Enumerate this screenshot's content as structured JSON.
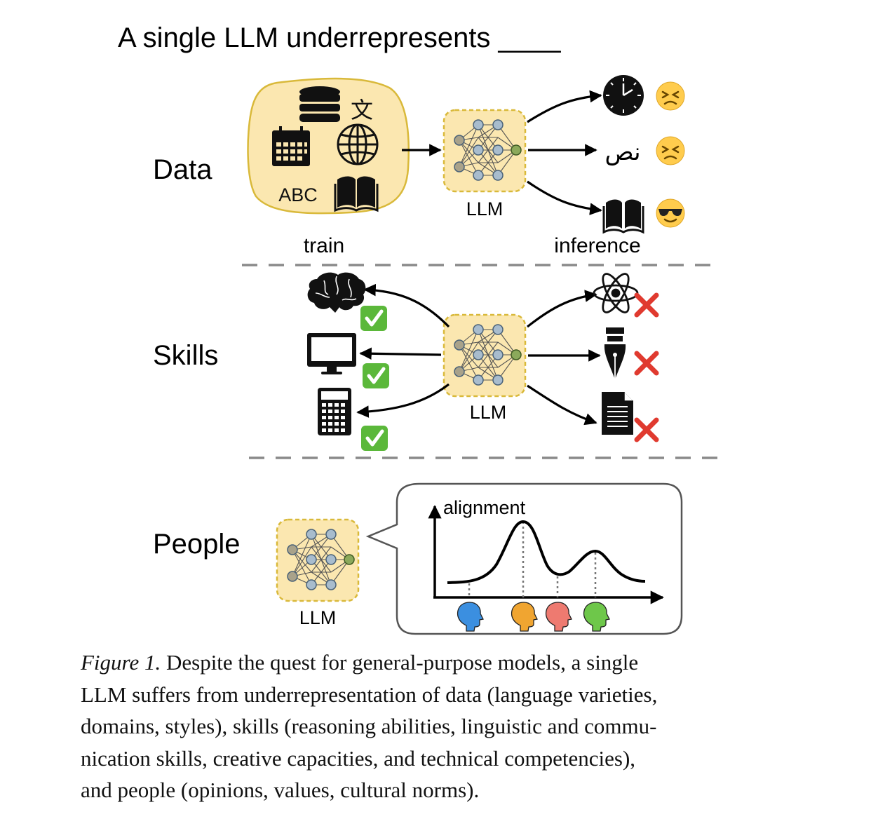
{
  "title": "A single LLM underrepresents ____",
  "rows": {
    "data": "Data",
    "skills": "Skills",
    "people": "People"
  },
  "llm_label": "LLM",
  "data_section": {
    "abc": "ABC",
    "char_wen": "文",
    "train": "train",
    "inference": "inference",
    "arabic_text": "نص",
    "outputs": [
      {
        "icon": "clock-icon",
        "reaction": "😣"
      },
      {
        "icon": "arabic-text",
        "reaction": "😣"
      },
      {
        "icon": "open-book-icon",
        "reaction": "😎"
      }
    ]
  },
  "skills_section": {
    "left_skills": [
      "brain-icon",
      "monitor-icon",
      "calculator-icon"
    ],
    "right_skills": [
      "atom-icon",
      "fountain-pen-icon",
      "document-icon"
    ],
    "check": "✅",
    "cross": "❌"
  },
  "people_section": {
    "chart_ylabel": "alignment",
    "person_colors": [
      "#3b8fe0",
      "#f0a531",
      "#ee7a70",
      "#6ec74a"
    ]
  },
  "caption": {
    "label": "Figure 1.",
    "lines": [
      " Despite the quest for general-purpose models, a single",
      "LLM suffers from underrepresentation of data (language varieties,",
      "domains, styles), skills (reasoning abilities, linguistic and commu-",
      "nication skills, creative capacities, and technical competencies),",
      "and people (opinions, values, cultural norms)."
    ]
  },
  "colors": {
    "llm_fill": "#fbe7b0",
    "llm_border": "#d9b93a",
    "node_fill": "#a8bccd",
    "node_input": "#a9a28a",
    "node_output": "#8ba95b",
    "dash": "#8a8a8a",
    "red_x": "#e03a2f",
    "check_green": "#5bb83a"
  }
}
